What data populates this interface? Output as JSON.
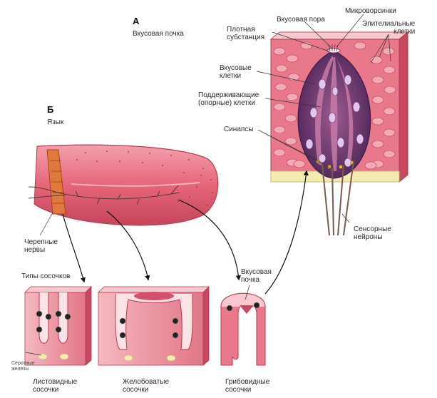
{
  "section_a": {
    "letter": "А",
    "title": "Вкусовая почка"
  },
  "section_b": {
    "letter": "Б",
    "title": "Язык"
  },
  "labels": {
    "dense_substance": "Плотная\nсубстанция",
    "taste_pore": "Вкусовая пора",
    "microvilli": "Микроворсинки",
    "epithelial_cells": "Эпителиальные\nклетки",
    "taste_cells": "Вкусовые\nклетки",
    "supporting_cells": "Поддерживающие\n(опорные) клетки",
    "synapses": "Синапсы",
    "sensory_neurons": "Сенсорные\nнейроны",
    "cranial_nerves": "Черепные\nнервы",
    "papilla_types": "Типы сосочков",
    "taste_bud_small": "Вкусовая\nпочка",
    "serous_glands": "Серозные\nжелезы",
    "foliate": "Листовидные\nсосочки",
    "vallate": "Желобоватые\nсосочки",
    "fungiform": "Грибовидные\nсосочки"
  },
  "colors": {
    "tissue": "#e2546a",
    "tissue_light": "#f39aa6",
    "tissue_dark": "#b0304a",
    "bud_purple": "#6a3a78",
    "cell_pink": "#d98aa6",
    "nucleus": "#e3c6ee",
    "nerve": "#7a5a50",
    "fluid": "#f3ecb0"
  }
}
